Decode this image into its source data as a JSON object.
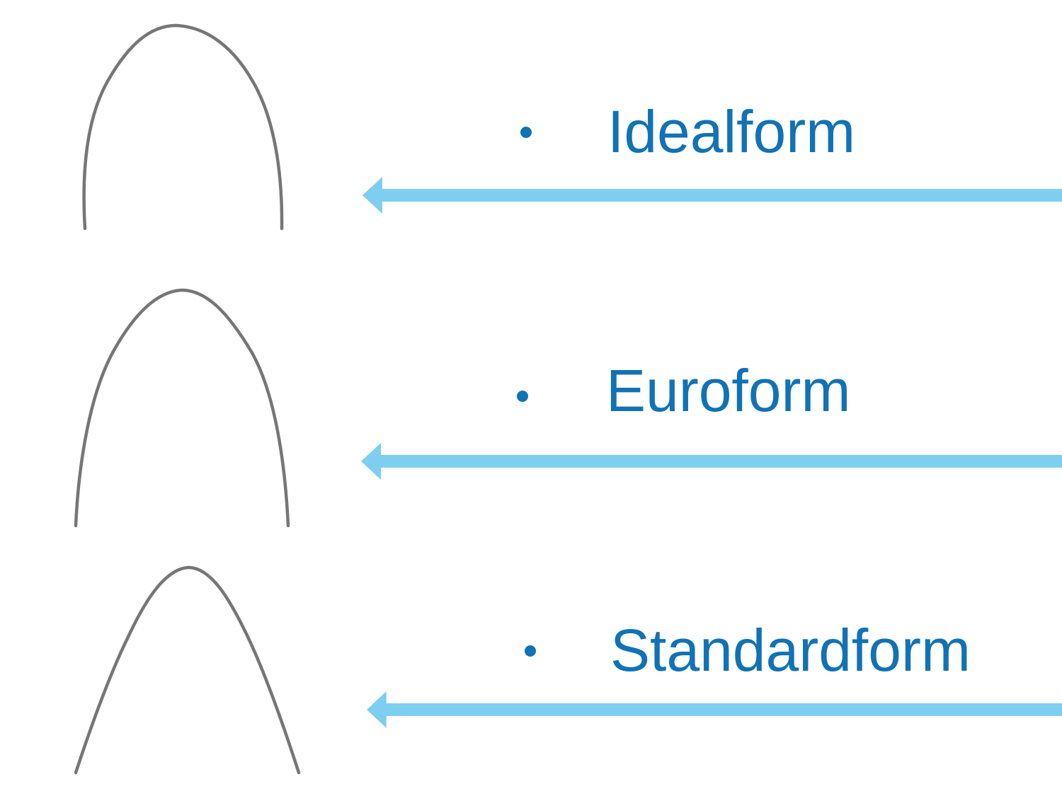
{
  "slide": {
    "bullets": [
      {
        "label": "Idealform"
      },
      {
        "label": "Euroform"
      },
      {
        "label": "Standardform"
      }
    ],
    "graphics": {
      "archwire_names": [
        "idealform-archwire",
        "euroform-archwire",
        "standardform-archwire"
      ],
      "arrow_name": "left-arrow"
    },
    "colors": {
      "label_text": "#1172b5",
      "bullet": "#1172b5",
      "arrow": "#7dcef0",
      "wire": "#767676",
      "background": "#ffffff"
    }
  }
}
